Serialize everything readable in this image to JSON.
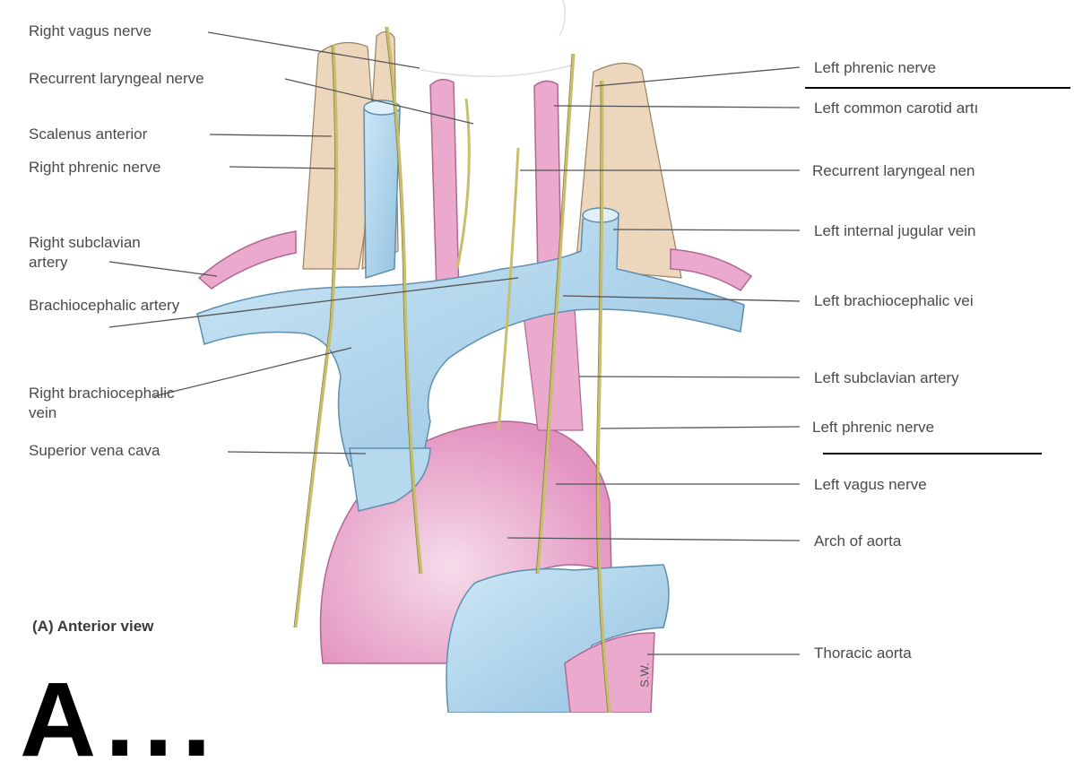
{
  "figure": {
    "caption": "(A) Anterior view",
    "signature": "S.W.",
    "bottom_title": "A..."
  },
  "labels_left": [
    {
      "id": "right-vagus-nerve",
      "text": "Right vagus nerve"
    },
    {
      "id": "recurrent-laryngeal-nerve-right",
      "text": "Recurrent laryngeal nerve"
    },
    {
      "id": "scalenus-anterior",
      "text": "Scalenus anterior"
    },
    {
      "id": "right-phrenic-nerve",
      "text": "Right phrenic nerve"
    },
    {
      "id": "right-subclavian-artery",
      "text": "Right subclavian artery"
    },
    {
      "id": "brachiocephalic-artery",
      "text": "Brachiocephalic artery"
    },
    {
      "id": "right-brachiocephalic-vein",
      "text": "Right brachiocephalic vein"
    },
    {
      "id": "superior-vena-cava",
      "text": "Superior vena cava"
    }
  ],
  "labels_right": [
    {
      "id": "left-phrenic-nerve-top",
      "text": "Left phrenic nerve"
    },
    {
      "id": "left-common-carotid-artery",
      "text": "Left common carotid artı"
    },
    {
      "id": "recurrent-laryngeal-nerve-left",
      "text": "Recurrent laryngeal nen"
    },
    {
      "id": "left-internal-jugular-vein",
      "text": "Left internal jugular vein"
    },
    {
      "id": "left-brachiocephalic-vein",
      "text": "Left brachiocephalic vei"
    },
    {
      "id": "left-subclavian-artery",
      "text": "Left subclavian artery"
    },
    {
      "id": "left-phrenic-nerve",
      "text": "Left phrenic nerve"
    },
    {
      "id": "left-vagus-nerve",
      "text": "Left vagus nerve"
    },
    {
      "id": "arch-of-aorta",
      "text": "Arch of aorta"
    },
    {
      "id": "thoracic-aorta",
      "text": "Thoracic aorta"
    }
  ],
  "colors": {
    "vein": "#a9d1ea",
    "vein_edge": "#5d8eb0",
    "artery": "#eaa9cd",
    "artery_edge": "#b06890",
    "nerve": "#d8d08a",
    "nerve_edge": "#8c8440",
    "muscle": "#ecd7bd",
    "leader": "#555555"
  }
}
